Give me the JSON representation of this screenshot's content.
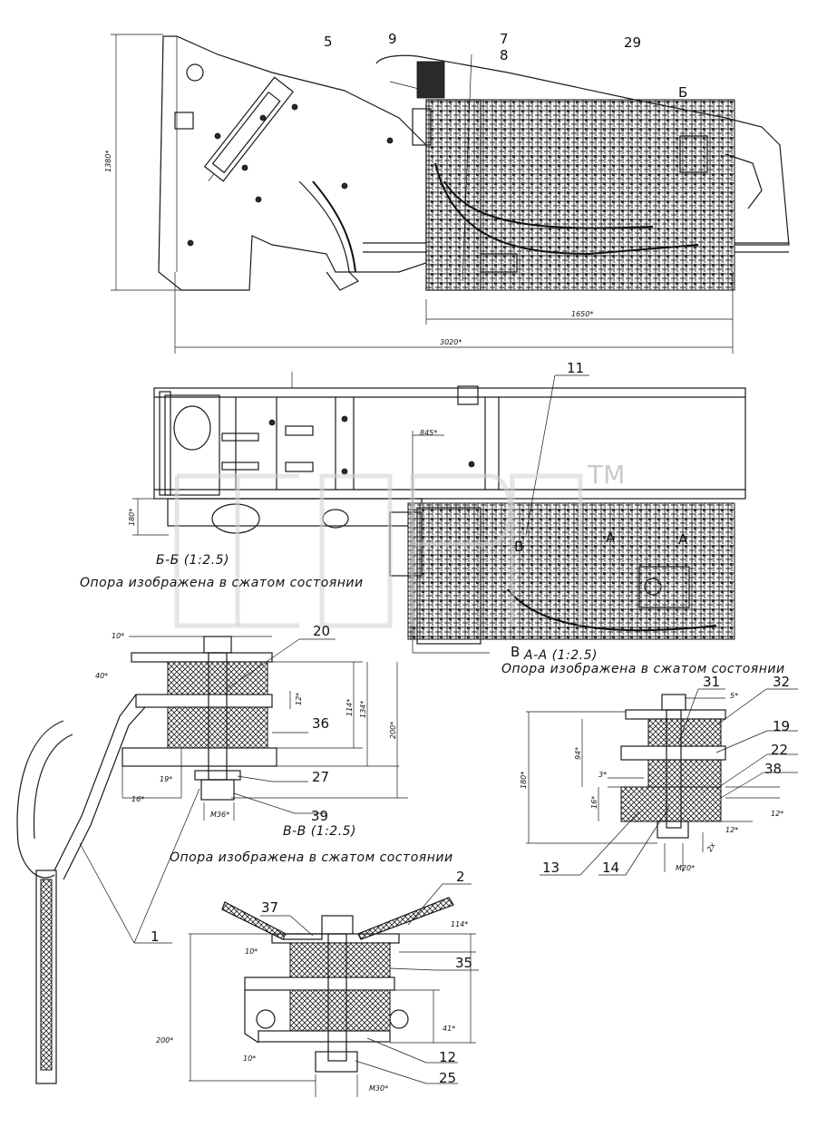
{
  "callouts": [
    "5",
    "9",
    "7",
    "8",
    "29",
    "Б",
    "11",
    "20",
    "36",
    "27",
    "39",
    "31",
    "32",
    "19",
    "22",
    "38",
    "13",
    "14",
    "37",
    "2",
    "35",
    "12",
    "25",
    "1"
  ],
  "section_letters": [
    "В",
    "А",
    "А",
    "В"
  ],
  "dimensions": {
    "top_height": "1380*",
    "len_1650": "1650*",
    "len_3020": "3020*",
    "len_845": "845*",
    "height_180_frame": "180*",
    "bb_10": "10*",
    "bb_40": "40*",
    "bb_12": "12*",
    "bb_114": "114*",
    "bb_134": "134*",
    "bb_200": "200*",
    "bb_19": "19*",
    "bb_16": "16*",
    "bb_m36": "M36*",
    "aa_5": "5*",
    "aa_180": "180*",
    "aa_94": "94*",
    "aa_3": "3*",
    "aa_16": "16*",
    "aa_12": "12*",
    "aa_12b": "12*",
    "aa_2x": "2x",
    "aa_m20": "M20*",
    "vv_114": "114*",
    "vv_10": "10*",
    "vv_41": "41*",
    "vv_200": "200*",
    "vv_10b": "10*",
    "vv_m30": "M30*"
  },
  "sections": {
    "bb_title": "Б-Б (1:2.5)",
    "bb_note": "Опора изображена в сжатом состоянии",
    "aa_title": "А-А (1:2.5)",
    "aa_note": "Опора изображена в сжатом состоянии",
    "vv_title": "В-В (1:2.5)",
    "vv_note": "Опора изображена в сжатом состоянии"
  },
  "watermark": {
    "text": "ТМ"
  }
}
